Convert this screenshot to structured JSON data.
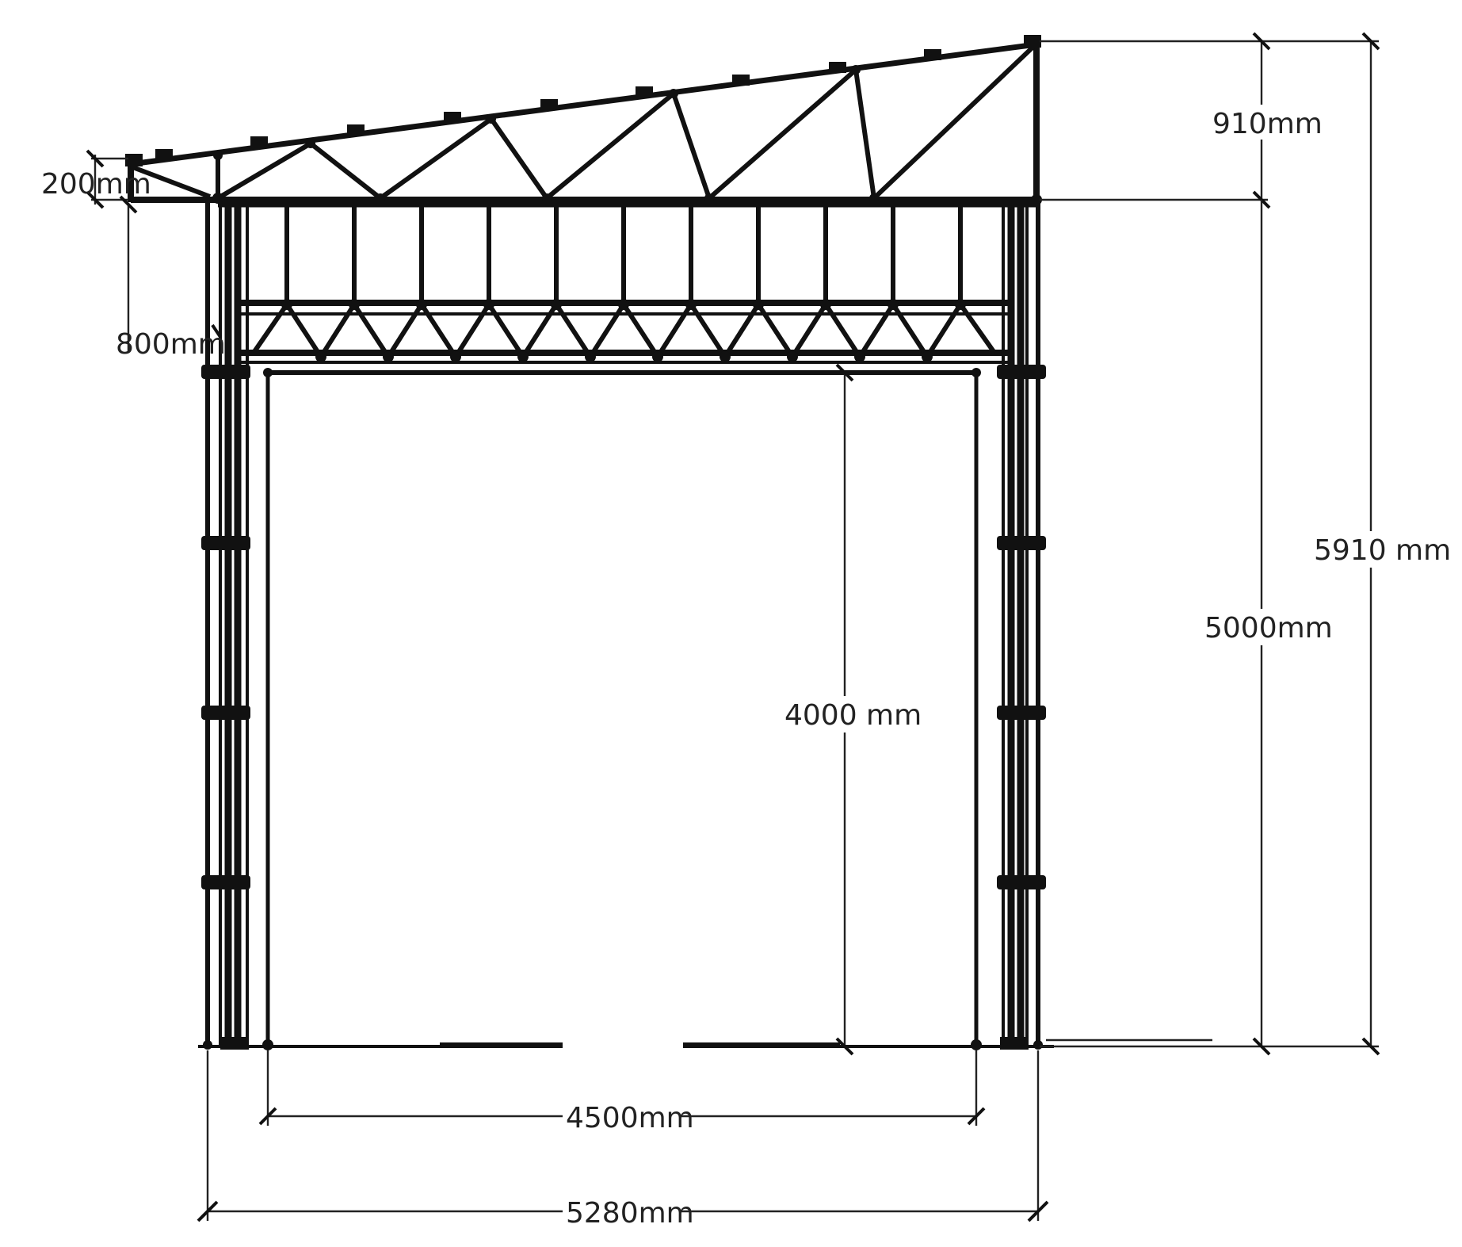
{
  "dimensions": {
    "total_height": "5910 mm",
    "roof_rise": "910mm",
    "wall_height": "5000mm",
    "opening_height": "4000 mm",
    "opening_width": "4500mm",
    "overall_width": "5280mm",
    "eave_depth": "200mm",
    "beam_depth": "800mm"
  },
  "colors": {
    "line": "#111111",
    "text": "#222222",
    "background": "#ffffff"
  }
}
